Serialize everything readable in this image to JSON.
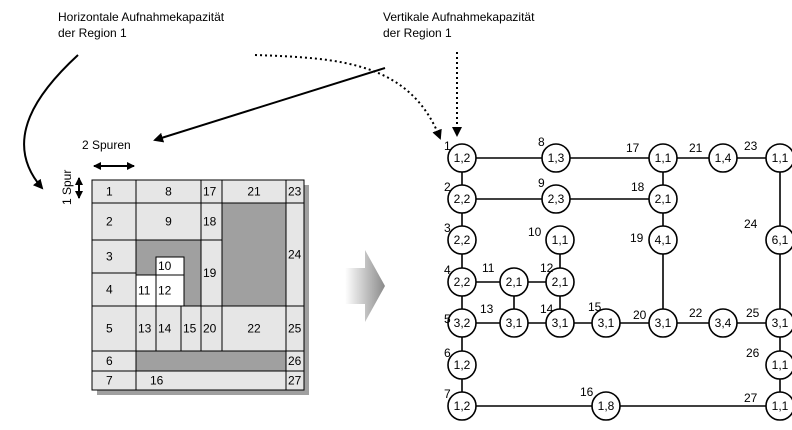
{
  "annotations": {
    "horizontal_capacity": [
      "Horizontale Aufnahmekapazität",
      "der Region 1"
    ],
    "vertical_capacity": [
      "Vertikale Aufnahmekapazität",
      "der Region 1"
    ],
    "two_tracks": "2 Spuren",
    "one_track": "1 Spur"
  },
  "grid_regions": [
    {
      "id": "r1",
      "label": "1"
    },
    {
      "id": "r8",
      "label": "8"
    },
    {
      "id": "r17",
      "label": "17"
    },
    {
      "id": "r21",
      "label": "21"
    },
    {
      "id": "r23",
      "label": "23"
    },
    {
      "id": "r2",
      "label": "2"
    },
    {
      "id": "r9",
      "label": "9"
    },
    {
      "id": "r18",
      "label": "18"
    },
    {
      "id": "r24",
      "label": "24"
    },
    {
      "id": "r3",
      "label": "3"
    },
    {
      "id": "r10",
      "label": "10"
    },
    {
      "id": "r19",
      "label": "19"
    },
    {
      "id": "r4",
      "label": "4"
    },
    {
      "id": "r11",
      "label": "11"
    },
    {
      "id": "r12",
      "label": "12"
    },
    {
      "id": "r5",
      "label": "5"
    },
    {
      "id": "r13",
      "label": "13"
    },
    {
      "id": "r14",
      "label": "14"
    },
    {
      "id": "r15",
      "label": "15"
    },
    {
      "id": "r20",
      "label": "20"
    },
    {
      "id": "r22",
      "label": "22"
    },
    {
      "id": "r25",
      "label": "25"
    },
    {
      "id": "r6",
      "label": "6"
    },
    {
      "id": "r26",
      "label": "26"
    },
    {
      "id": "r7",
      "label": "7"
    },
    {
      "id": "r16",
      "label": "16"
    },
    {
      "id": "r27",
      "label": "27"
    }
  ],
  "graph_nodes": [
    {
      "id": "1",
      "capacity": "1,2"
    },
    {
      "id": "2",
      "capacity": "2,2"
    },
    {
      "id": "3",
      "capacity": "2,2"
    },
    {
      "id": "4",
      "capacity": "2,2"
    },
    {
      "id": "5",
      "capacity": "3,2"
    },
    {
      "id": "6",
      "capacity": "1,2"
    },
    {
      "id": "7",
      "capacity": "1,2"
    },
    {
      "id": "8",
      "capacity": "1,3"
    },
    {
      "id": "9",
      "capacity": "2,3"
    },
    {
      "id": "10",
      "capacity": "1,1"
    },
    {
      "id": "11",
      "capacity": "2,1"
    },
    {
      "id": "12",
      "capacity": "2,1"
    },
    {
      "id": "13",
      "capacity": "3,1"
    },
    {
      "id": "14",
      "capacity": "3,1"
    },
    {
      "id": "15",
      "capacity": "3,1"
    },
    {
      "id": "16",
      "capacity": "1,8"
    },
    {
      "id": "17",
      "capacity": "1,1"
    },
    {
      "id": "18",
      "capacity": "2,1"
    },
    {
      "id": "19",
      "capacity": "4,1"
    },
    {
      "id": "20",
      "capacity": "3,1"
    },
    {
      "id": "21",
      "capacity": "1,4"
    },
    {
      "id": "22",
      "capacity": "3,4"
    },
    {
      "id": "23",
      "capacity": "1,1"
    },
    {
      "id": "24",
      "capacity": "6,1"
    },
    {
      "id": "25",
      "capacity": "3,1"
    },
    {
      "id": "26",
      "capacity": "1,1"
    },
    {
      "id": "27",
      "capacity": "1,1"
    }
  ],
  "graph_edges": [
    [
      "1",
      "8"
    ],
    [
      "8",
      "17"
    ],
    [
      "17",
      "21"
    ],
    [
      "21",
      "23"
    ],
    [
      "1",
      "2"
    ],
    [
      "2",
      "3"
    ],
    [
      "3",
      "4"
    ],
    [
      "4",
      "5"
    ],
    [
      "5",
      "6"
    ],
    [
      "6",
      "7"
    ],
    [
      "2",
      "9"
    ],
    [
      "9",
      "18"
    ],
    [
      "17",
      "18"
    ],
    [
      "18",
      "19"
    ],
    [
      "19",
      "20"
    ],
    [
      "4",
      "11"
    ],
    [
      "11",
      "12"
    ],
    [
      "10",
      "12"
    ],
    [
      "11",
      "13"
    ],
    [
      "12",
      "14"
    ],
    [
      "5",
      "13"
    ],
    [
      "13",
      "14"
    ],
    [
      "14",
      "15"
    ],
    [
      "15",
      "20"
    ],
    [
      "20",
      "22"
    ],
    [
      "22",
      "25"
    ],
    [
      "7",
      "16"
    ],
    [
      "16",
      "27"
    ],
    [
      "23",
      "24"
    ],
    [
      "24",
      "25"
    ],
    [
      "25",
      "26"
    ],
    [
      "26",
      "27"
    ]
  ]
}
